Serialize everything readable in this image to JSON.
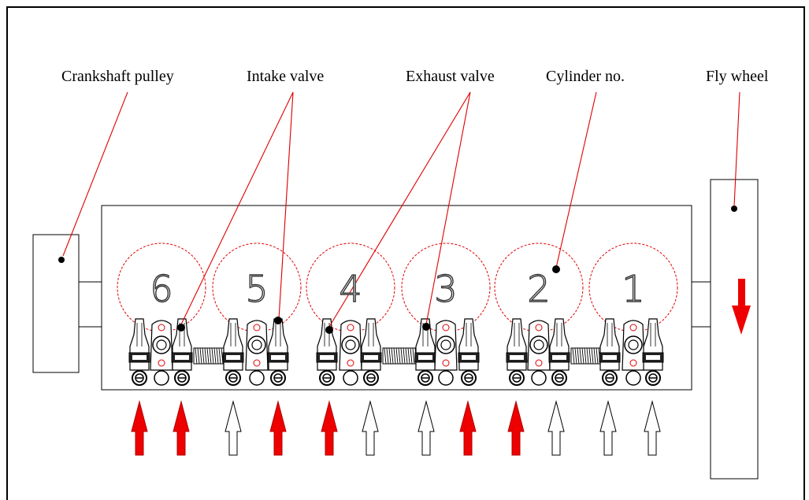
{
  "labels": {
    "crankshaft_pulley": "Crankshaft pulley",
    "intake_valve": "Intake valve",
    "exhaust_valve": "Exhaust valve",
    "cylinder_no": "Cylinder no.",
    "fly_wheel": "Fly wheel"
  },
  "cylinders": [
    {
      "number": "6"
    },
    {
      "number": "5"
    },
    {
      "number": "4"
    },
    {
      "number": "3"
    },
    {
      "number": "2"
    },
    {
      "number": "1"
    }
  ],
  "valve_arrows": [
    {
      "state": "active"
    },
    {
      "state": "active"
    },
    {
      "state": "inactive"
    },
    {
      "state": "active"
    },
    {
      "state": "active"
    },
    {
      "state": "inactive"
    },
    {
      "state": "inactive"
    },
    {
      "state": "active"
    },
    {
      "state": "active"
    },
    {
      "state": "inactive"
    },
    {
      "state": "inactive"
    },
    {
      "state": "inactive"
    }
  ],
  "flywheel_rotation": "down",
  "colors": {
    "active": "#ee0000",
    "inactive": "#ffffff",
    "leader": "#e00000",
    "outline": "#000000"
  }
}
